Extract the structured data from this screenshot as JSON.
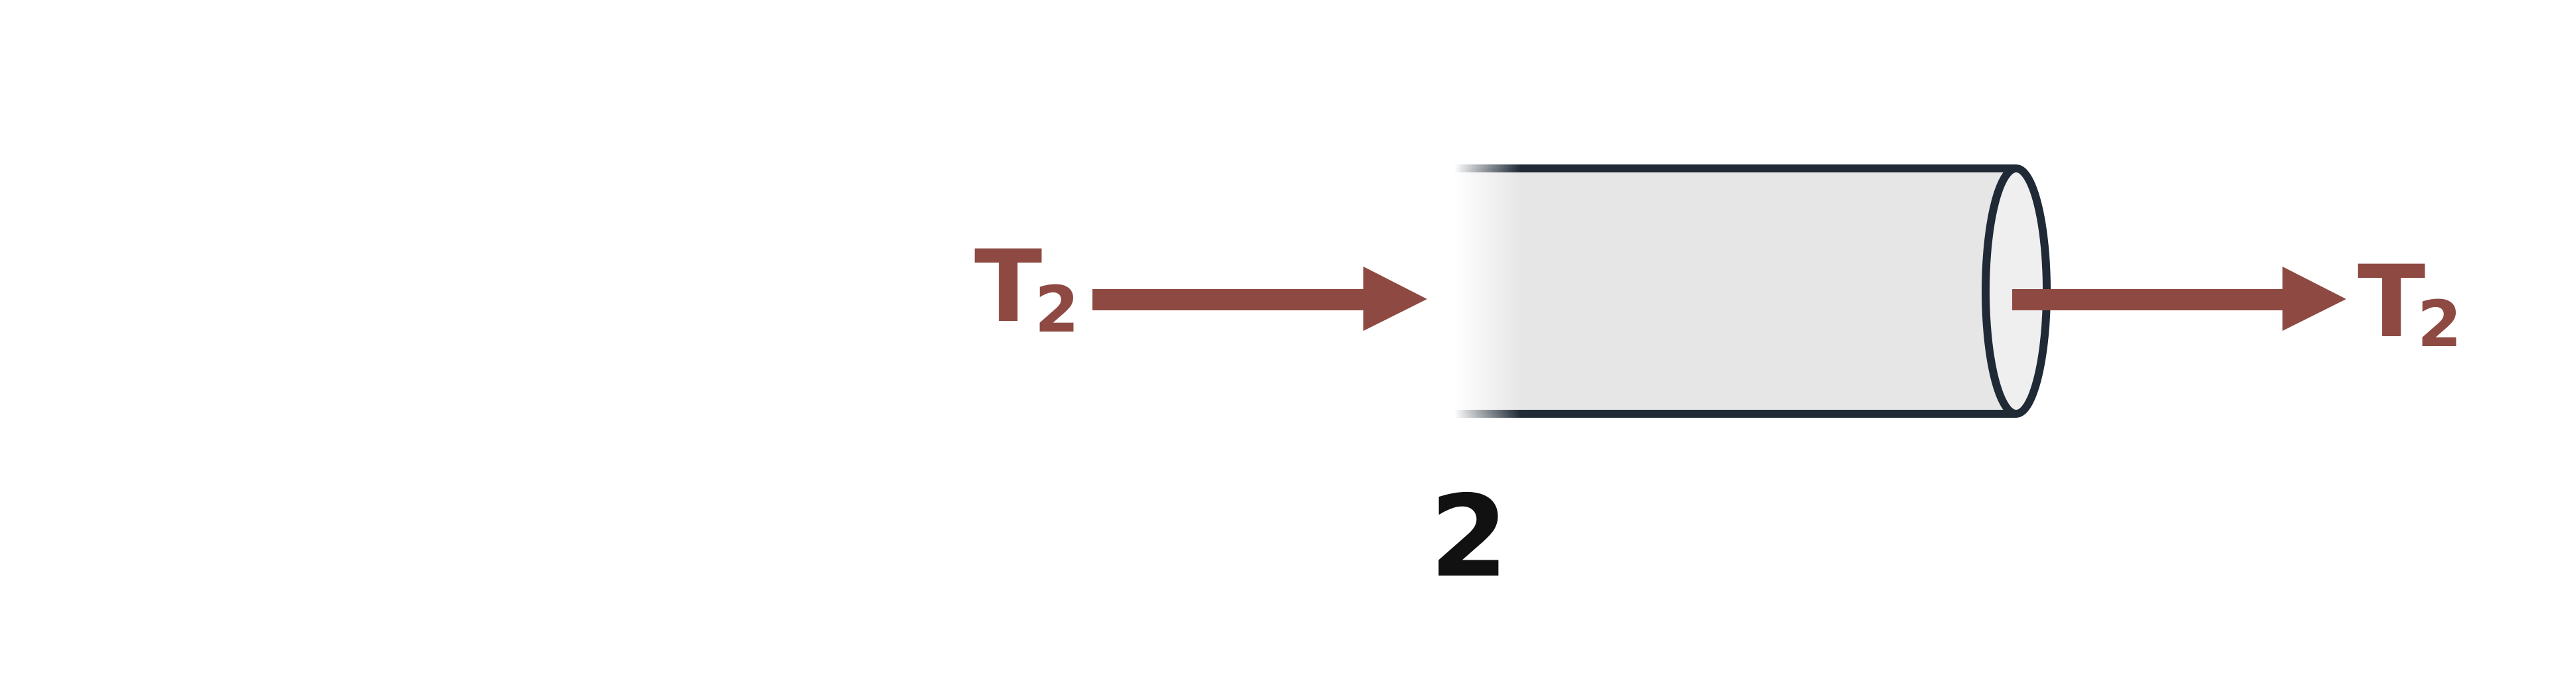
{
  "colors": {
    "background": "#ffffff",
    "outline": "#1f2a36",
    "cylinder_fill": "#e6e6e6",
    "end_cap_fill": "#efefef",
    "force": "#8e4a42",
    "section_label": "#111111"
  },
  "icons": {
    "left_arrow": "arrow-right-icon",
    "right_arrow": "arrow-right-icon"
  },
  "forces": {
    "left": {
      "letter": "T",
      "subscript": "2"
    },
    "right": {
      "letter": "T",
      "subscript": "2"
    }
  },
  "section": {
    "number": "2"
  }
}
